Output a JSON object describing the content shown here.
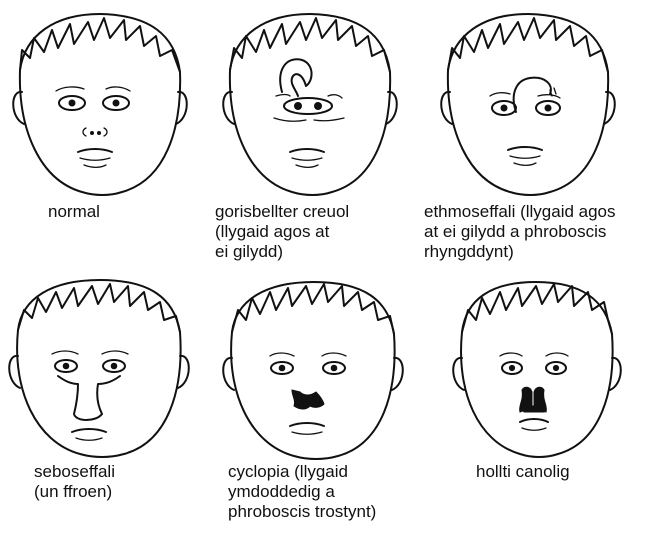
{
  "panels": [
    {
      "id": "normal",
      "caption": [
        "normal"
      ]
    },
    {
      "id": "gorisbellter",
      "caption": [
        "gorisbellter creuol",
        "(llygaid agos at",
        "ei gilydd)"
      ]
    },
    {
      "id": "ethmoseffali",
      "caption": [
        "ethmoseffali (llygaid agos",
        "at ei gilydd a phroboscis",
        "rhyngddynt)"
      ]
    },
    {
      "id": "seboseffali",
      "caption": [
        "seboseffali",
        "(un ffroen)"
      ]
    },
    {
      "id": "cyclopia",
      "caption": [
        "cyclopia (llygaid",
        "ymdoddedig a",
        "phroboscis trostynt)"
      ]
    },
    {
      "id": "hollti",
      "caption": [
        "hollti canolig"
      ]
    }
  ]
}
